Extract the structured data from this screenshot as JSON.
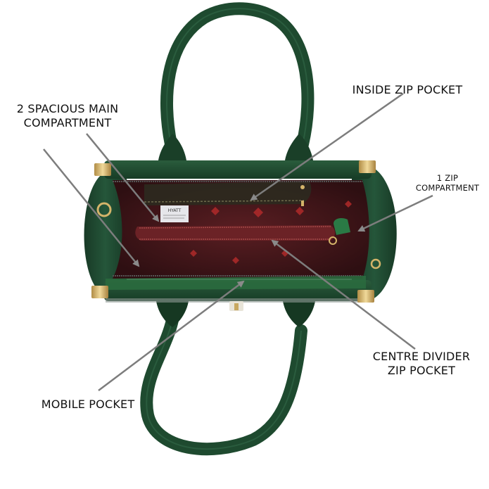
{
  "image": {
    "subject": "green leather handbag, top-down view with open interior",
    "colors": {
      "background": "#ffffff",
      "leather_green": "#1f4a30",
      "leather_dark": "#143220",
      "lining_maroon": "#4a1a1c",
      "lining_red": "#6b2226",
      "pattern_red": "#b02a2a",
      "hardware_gold": "#d4b46a",
      "arrow_gray": "#7a7a7a",
      "label_text": "#111111"
    },
    "brand_tag": {
      "text": "HYATT"
    }
  },
  "callouts": {
    "main_compartment": {
      "line1": "2 SPACIOUS MAIN",
      "line2": "COMPARTMENT"
    },
    "inside_zip_pocket": {
      "line1": "INSIDE ZIP POCKET"
    },
    "one_zip_compartment": {
      "line1": "1 ZIP",
      "line2": "COMPARTMENT"
    },
    "centre_divider": {
      "line1": "CENTRE DIVIDER",
      "line2": "ZIP POCKET"
    },
    "mobile_pocket": {
      "line1": "MOBILE POCKET"
    }
  }
}
